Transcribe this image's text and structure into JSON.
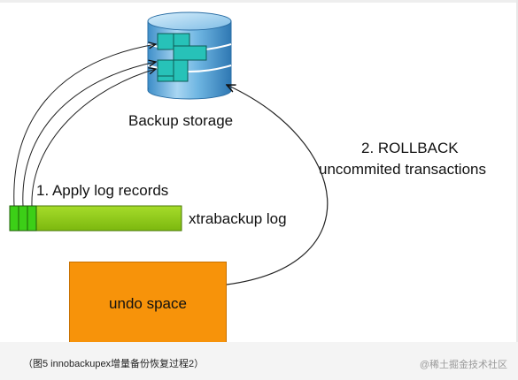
{
  "diagram": {
    "storage_label": "Backup storage",
    "rollback_line1": "2. ROLLBACK",
    "rollback_line2": "uncommited transactions",
    "apply_label": "1. Apply log records",
    "xtrabackup_label": "xtrabackup log",
    "undo_label": "undo space"
  },
  "caption": "（图5 innobackupex增量备份恢复过程2）",
  "watermark": "@稀土掘金技术社区",
  "colors": {
    "cylinder_blue": "#5aa7d8",
    "block_teal": "#27c2b8",
    "log_green": "#8fcc1a",
    "undo_orange": "#f7930a"
  }
}
